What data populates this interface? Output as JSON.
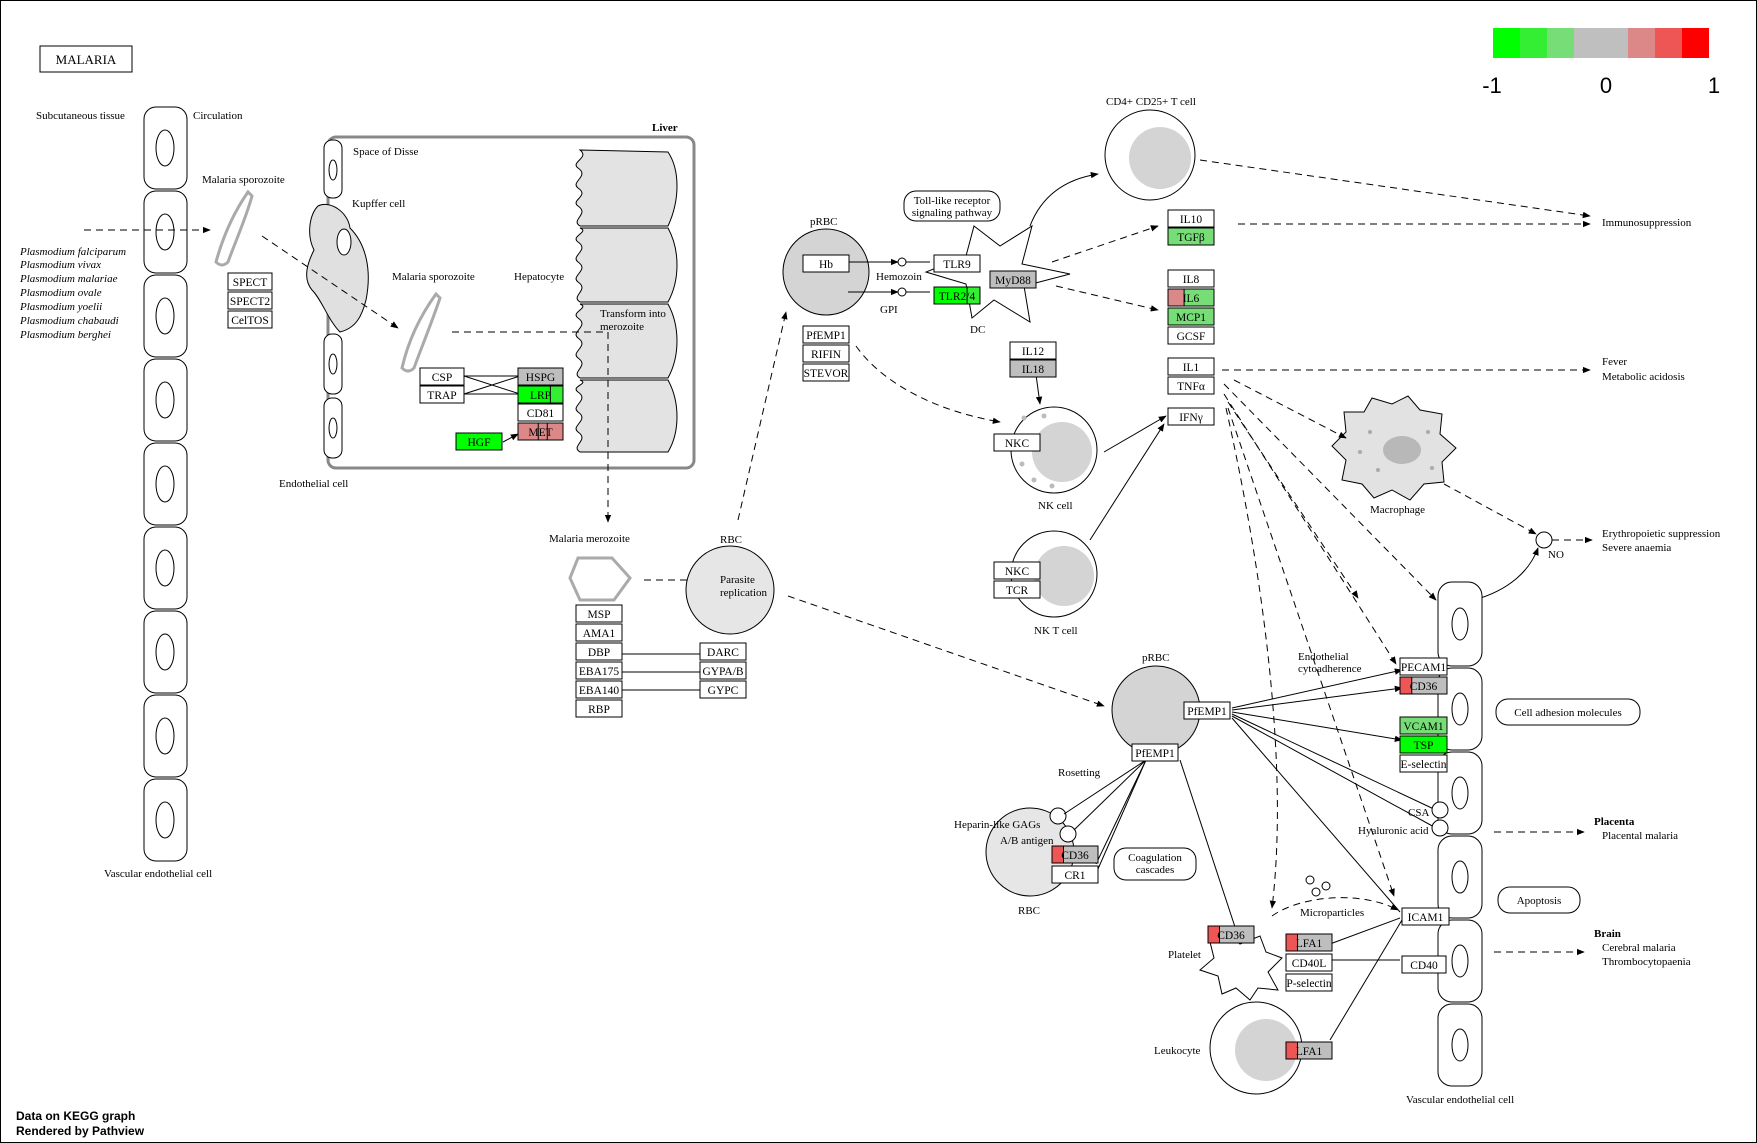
{
  "title": "MALARIA",
  "colors": {
    "neg": "#00ff00",
    "neg_mid": "#33ee33",
    "neg_low": "#77dd77",
    "neutral": "#bfbfbf",
    "pos_low": "#dd8888",
    "pos_mid": "#ee5555",
    "pos": "#ff0000",
    "gene_data": "#bebebe",
    "node_fill": "#ffffff",
    "cell_fill": "#d8d8d8",
    "cell_light": "#e6e6e6"
  },
  "legend": {
    "min": "-1",
    "mid": "0",
    "max": "1",
    "steps": [
      "#00ff00",
      "#33ee33",
      "#77dd77",
      "#bfbfbf",
      "#bfbfbf",
      "#dd8888",
      "#ee5555",
      "#ff0000"
    ]
  },
  "labels": {
    "subcutaneous": "Subcutaneous tissue",
    "circulation": "Circulation",
    "vascular_endo_left": "Vascular endothelial cell",
    "malaria_sporozoite_1": "Malaria sporozoite",
    "malaria_sporozoite_2": "Malaria sporozoite",
    "liver": "Liver",
    "space_of_disse": "Space of Disse",
    "kupffer": "Kupffer cell",
    "hepatocyte": "Hepatocyte",
    "transform_1": "Transform into",
    "transform_2": "merozoite",
    "endothelial": "Endothelial cell",
    "merozoite": "Malaria merozoite",
    "rbc_top": "RBC",
    "parasite_1": "Parasite",
    "parasite_2": "replication",
    "prbc_top": "pRBC",
    "hemozoin": "Hemozoin",
    "gpi": "GPI",
    "tlr_pathway_1": "Toll-like receptor",
    "tlr_pathway_2": "signaling pathway",
    "dc": "DC",
    "cd4": "CD4+ CD25+ T cell",
    "nk_cell": "NK cell",
    "nkt_cell": "NK T cell",
    "immunosuppression": "Immunosuppression",
    "fever": "Fever",
    "metabolic": "Metabolic acidosis",
    "macrophage": "Macrophage",
    "no": "NO",
    "erythro": "Erythropoietic suppression",
    "anaemia": "Severe anaemia",
    "endo_cyto_1": "Endothelial",
    "endo_cyto_2": "cytoadherence",
    "cell_adhesion": "Cell adhesion molecules",
    "csa": "CSA",
    "hyaluronic": "Hyaluronic acid",
    "placenta": "Placenta",
    "placental_malaria": "Placental malaria",
    "apoptosis": "Apoptosis",
    "brain": "Brain",
    "cerebral": "Cerebral malaria",
    "thrombo": "Thrombocytopaenia",
    "vascular_endo_right": "Vascular endothelial cell",
    "prbc_mid": "pRBC",
    "rosetting": "Rosetting",
    "heparin": "Heparin-like GAGs",
    "ab_antigen": "A/B antigen",
    "rbc_bottom": "RBC",
    "coag_1": "Coagulation",
    "coag_2": "cascades",
    "microparticles": "Microparticles",
    "platelet": "Platelet",
    "leukocyte": "Leukocyte",
    "footer_1": "Data on KEGG graph",
    "footer_2": "Rendered by Pathview"
  },
  "species": [
    "Plasmodium falciparum",
    "Plasmodium vivax",
    "Plasmodium malariae",
    "Plasmodium ovale",
    "Plasmodium yoelii",
    "Plasmodium chabaudi",
    "Plasmodium berghei"
  ],
  "genes": {
    "spect": "SPECT",
    "spect2": "SPECT2",
    "celtos": "CelTOS",
    "csp": "CSP",
    "trap": "TRAP",
    "hspg": "HSPG",
    "lrp": "LRP",
    "cd81": "CD81",
    "met": "MET",
    "hgf": "HGF",
    "msp": "MSP",
    "ama1": "AMA1",
    "dbp": "DBP",
    "eba175": "EBA175",
    "eba140": "EBA140",
    "rbp": "RBP",
    "darc": "DARC",
    "gypab": "GYPA/B",
    "gypc": "GYPC",
    "hb": "Hb",
    "pfemp1_a": "PfEMP1",
    "rifin": "RIFIN",
    "stevor": "STEVOR",
    "tlr9": "TLR9",
    "tlr24": "TLR2/4",
    "myd88": "MyD88",
    "il12": "IL12",
    "il18": "IL18",
    "il10": "IL10",
    "tgfb": "TGFβ",
    "il8": "IL8",
    "il6": "IL6",
    "mcp1": "MCP1",
    "gcsf": "GCSF",
    "il1": "IL1",
    "tnfa": "TNFα",
    "ifng": "IFNγ",
    "nkc_1": "NKC",
    "nkc_2": "NKC",
    "tcr": "TCR",
    "pecam1": "PECAM1",
    "cd36_endo": "CD36",
    "vcam1": "VCAM1",
    "tsp": "TSP",
    "eselectin": "E-selectin",
    "icam1": "ICAM1",
    "cd40": "CD40",
    "pfemp1_b": "PfEMP1",
    "pfemp1_c": "PfEMP1",
    "cd36_rbc": "CD36",
    "cr1": "CR1",
    "cd36_plt": "CD36",
    "lfa1_plt": "LFA1",
    "cd40l": "CD40L",
    "pselectin": "P-selectin",
    "lfa1_leuk": "LFA1"
  }
}
